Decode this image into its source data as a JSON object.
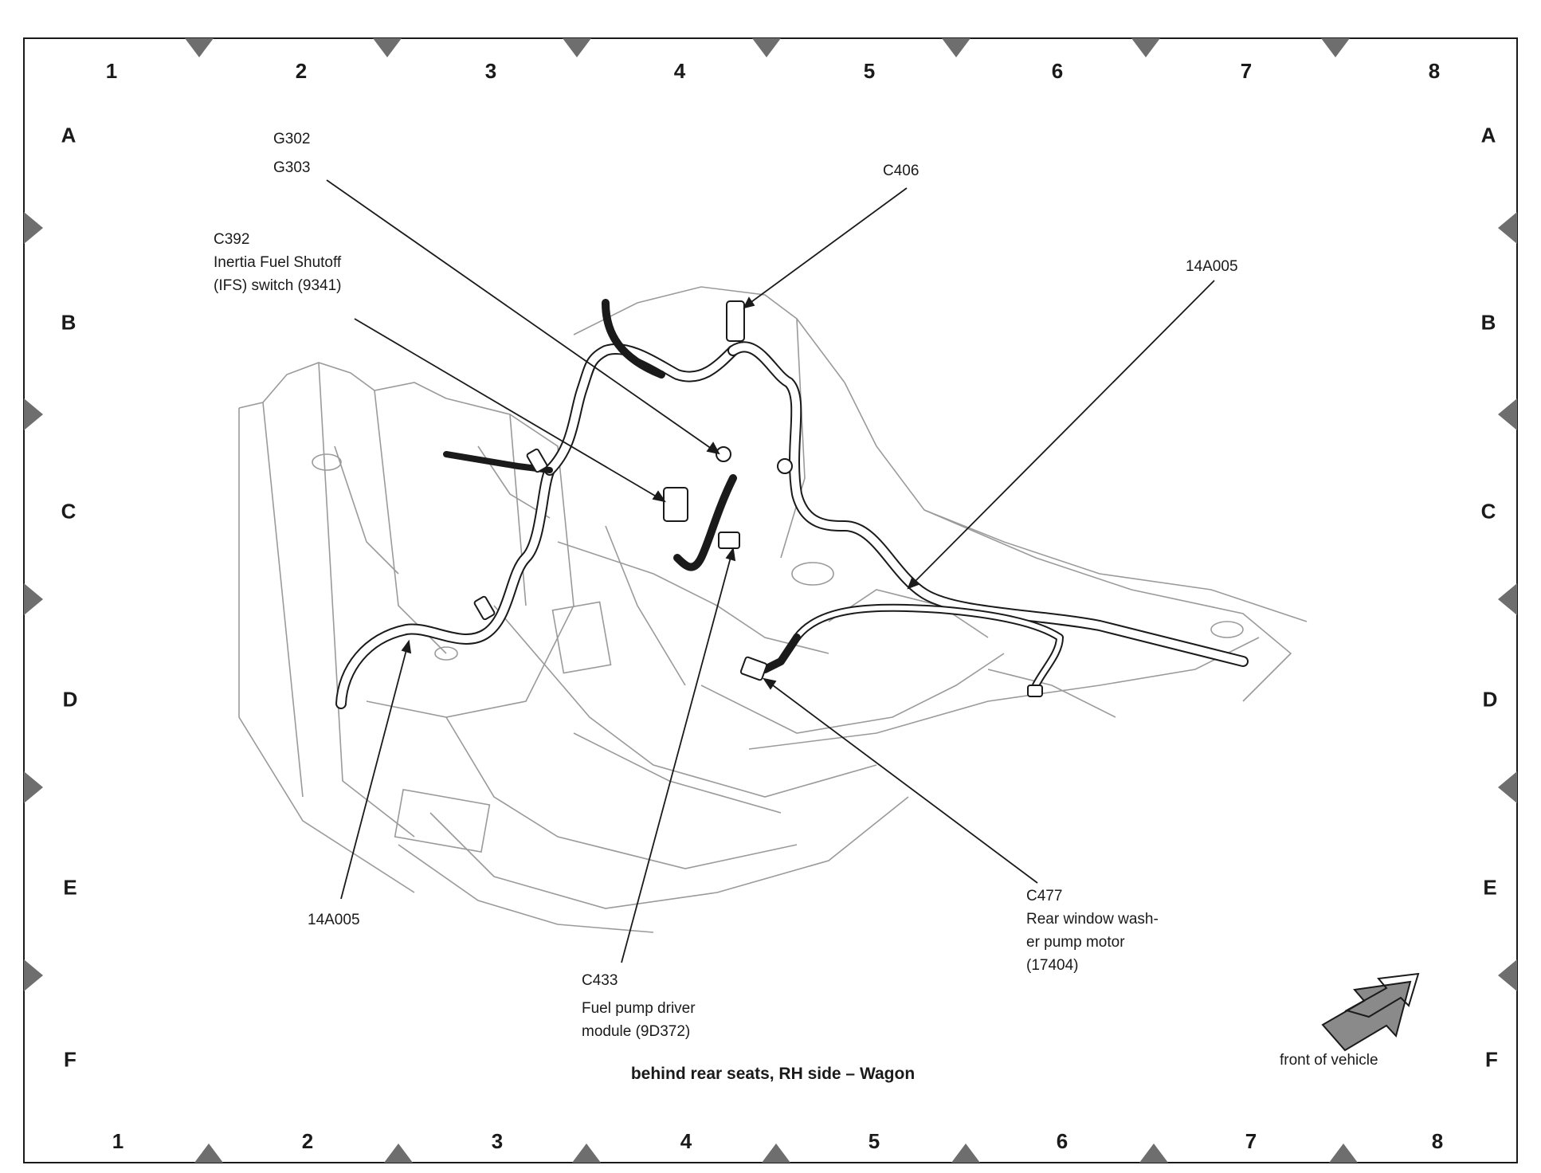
{
  "grid": {
    "columns": [
      "1",
      "2",
      "3",
      "4",
      "5",
      "6",
      "7",
      "8"
    ],
    "rows": [
      "A",
      "B",
      "C",
      "D",
      "E",
      "F"
    ]
  },
  "callouts": {
    "g302": "G302",
    "g303": "G303",
    "c406": "C406",
    "c392": [
      "C392",
      "Inertia Fuel Shutoff",
      "(IFS) switch (9341)"
    ],
    "harness_upper": "14A005",
    "harness_lower": "14A005",
    "c477": [
      "C477",
      "Rear window wash-",
      "er pump motor",
      "(17404)"
    ],
    "c433": [
      "C433",
      "Fuel pump driver",
      "module (9D372)"
    ]
  },
  "direction_label": "front of vehicle",
  "caption": "behind rear seats, RH side – Wagon",
  "colors": {
    "ink": "#1a1a1a",
    "arrow_fill": "#8a8a8a",
    "marker_fill": "#6e6e6e",
    "line_art": "#9a9a9a"
  }
}
